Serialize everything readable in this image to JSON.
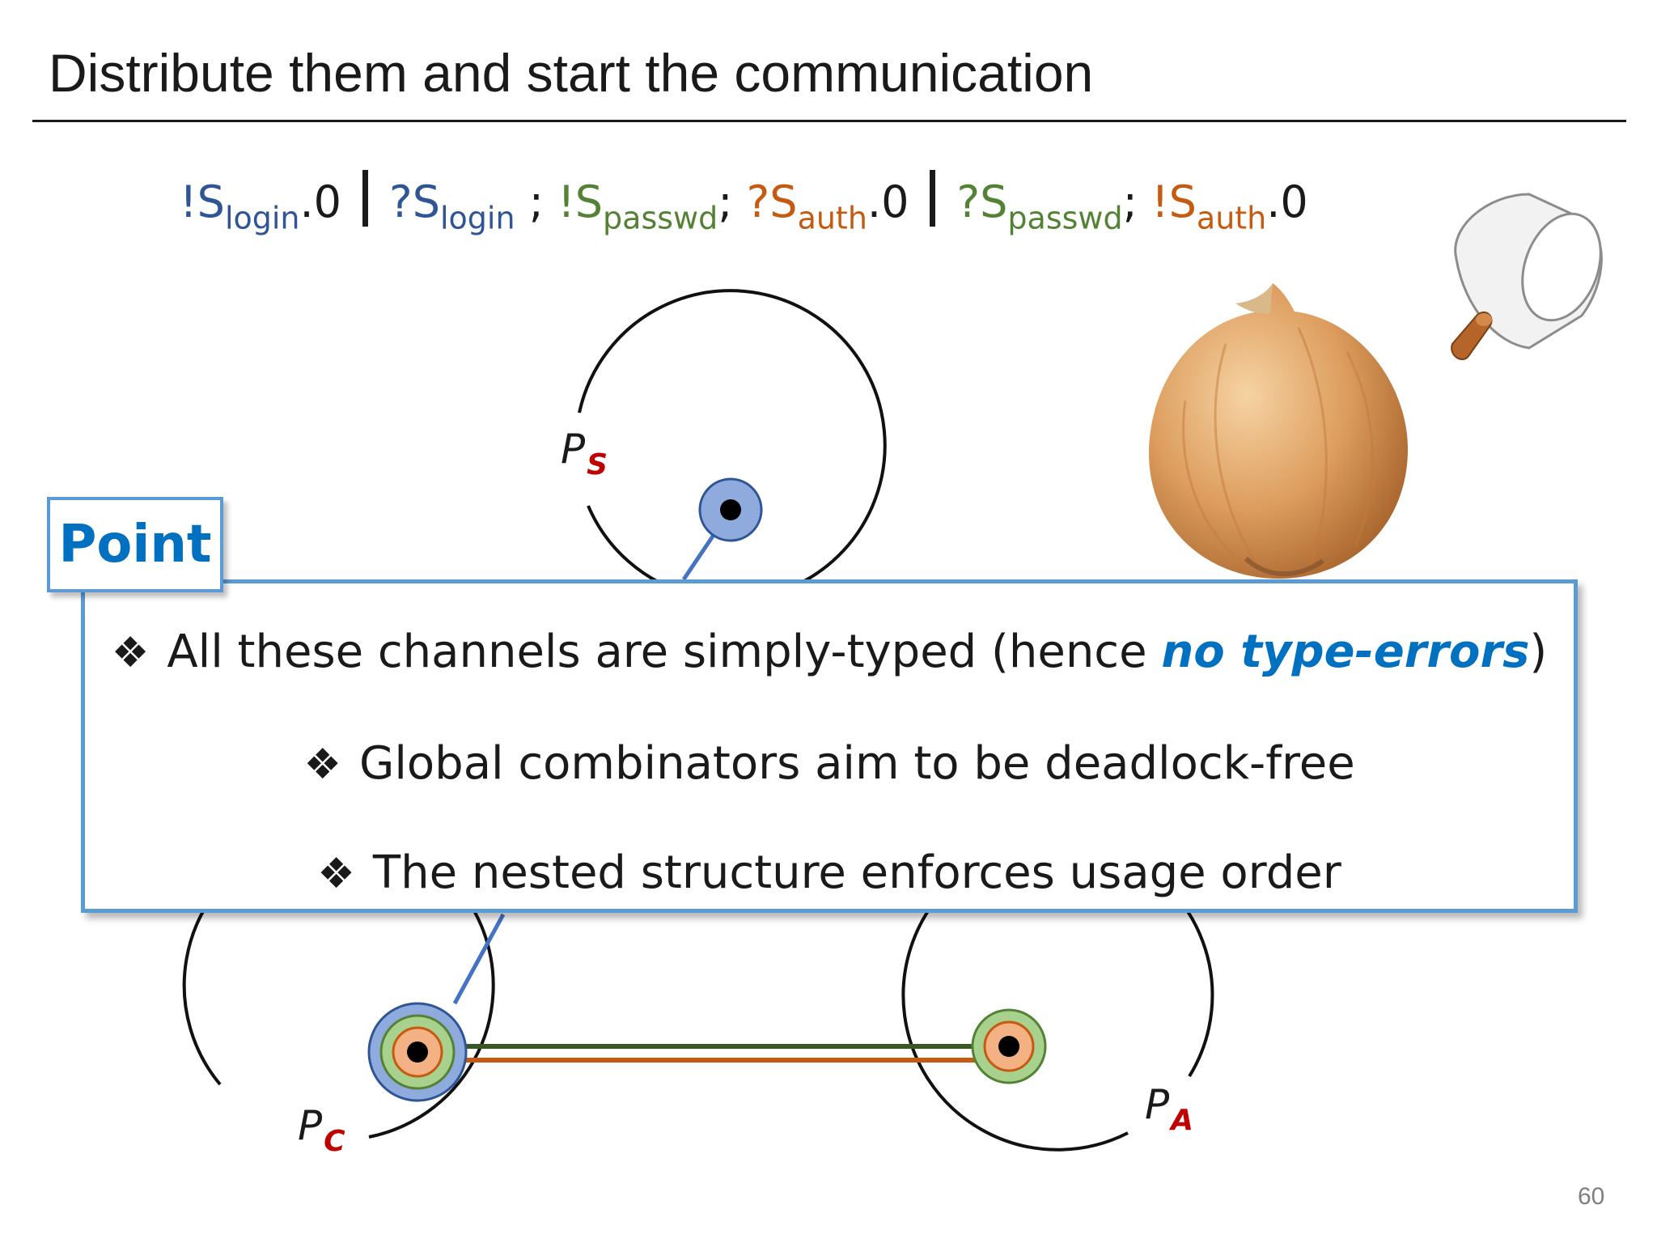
{
  "slide": {
    "title": "Distribute them and start the communication",
    "page_number": "60"
  },
  "formula": {
    "t1": "!S",
    "t1_sub": "login",
    "t1_end": ".0",
    "t2": "?S",
    "t2_sub": "login",
    "t2_sep": " ; ",
    "t3": "!S",
    "t3_sub": "passwd",
    "t3_sep": "; ",
    "t4": "?S",
    "t4_sub": "auth",
    "t4_end": ".0",
    "t5": "?S",
    "t5_sub": "passwd",
    "t5_sep": "; ",
    "t6": "!S",
    "t6_sub": "auth",
    "t6_end": ".0"
  },
  "diagram": {
    "ps_label": "P",
    "ps_sub": "S",
    "pc_label": "P",
    "pc_sub": "C",
    "pa_label": "P",
    "pa_sub": "A"
  },
  "point": {
    "tab_label": "Point",
    "diamond": "❖",
    "line1_prefix": "All these channels are simply-typed (hence ",
    "line1_emph": "no type-errors",
    "line1_suffix": ")",
    "line2": "Global combinators aim to be deadlock-free",
    "line3": "The nested structure enforces usage order"
  },
  "colors": {
    "blue_channel": "#2f5597",
    "green_channel": "#548235",
    "orange_channel": "#c55a11",
    "box_border": "#5b9bd5",
    "emphasis": "#0070c0",
    "process_label": "#c00000"
  },
  "images": {
    "onion": "onion-photo",
    "cup": "cup-with-handle-illustration"
  }
}
